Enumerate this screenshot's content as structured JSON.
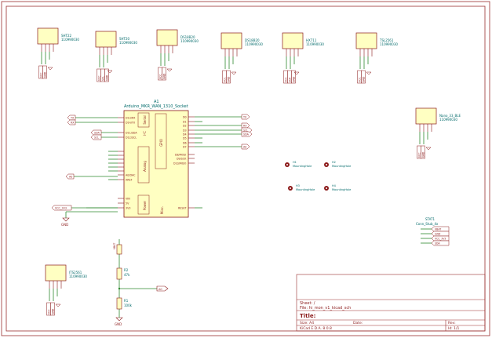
{
  "colors": {
    "border": "#9a2f2f",
    "wire": "#2f8a2f",
    "symbol_outline": "#8b1a1a",
    "symbol_fill": "#ffffc2",
    "ref_text": "#006a6a",
    "value_text": "#006a6a",
    "pin_text": "#8b1a1a",
    "label_outline": "#8b1a1a",
    "mount_hole": "#8b1a1a",
    "title_text": "#8b1a1a"
  },
  "sensors": [
    {
      "ref": "SHT22",
      "value": "110990030",
      "labels": [
        "VCC",
        "GND"
      ]
    },
    {
      "ref": "SHT20",
      "value": "110990030",
      "labels": [
        "VCC",
        "SCL",
        "GND"
      ]
    },
    {
      "ref": "DS18B20",
      "value": "110990030",
      "labels": [
        "VCC",
        "GND"
      ]
    },
    {
      "ref": "DS18B20",
      "value": "110990030",
      "labels": [
        "VCC",
        "GND"
      ]
    },
    {
      "ref": "HX711",
      "value": "110990030",
      "labels": [
        "VCC",
        "SCK",
        "GND"
      ]
    },
    {
      "ref": "TSL2561",
      "value": "110990030",
      "labels": [
        "VCC",
        "GND"
      ]
    },
    {
      "ref": "Nano_33_BLE",
      "value": "110990030",
      "labels": [
        "VCC",
        "GND"
      ]
    },
    {
      "ref": "ITS2561",
      "value": "110990030",
      "labels": [
        "VCC",
        "GND"
      ]
    }
  ],
  "mcu": {
    "ref": "A1",
    "value": "Arduino_MKR_WAN_1310_Socket",
    "left_labels": [
      "TX",
      "RX",
      "SDA",
      "SCL",
      "A0",
      "VCC_3V3"
    ],
    "right_labels": [
      "TX",
      "RX",
      "SCL",
      "SDA",
      "A0"
    ],
    "section_labels": [
      "Serial",
      "I²C",
      "GPIO",
      "Analog",
      "Power",
      "Misc."
    ],
    "left_pins": [
      "D13/RX",
      "D14/TX",
      "D11/SDA",
      "D12/SCL",
      "A0/DAC",
      "AREF",
      "VIN",
      "5V",
      "3V3"
    ],
    "right_pins": [
      "D0",
      "D1",
      "D2",
      "D3",
      "D4",
      "D5",
      "D6",
      "D7",
      "D8/MOSI",
      "D9/SCK",
      "D10/MISO",
      "RESET"
    ]
  },
  "labels": {
    "gnd": "GND",
    "r2_ref": "R2",
    "r2_val": "47k",
    "r1_ref": "R1",
    "r1_val": "100k",
    "a0": "A0",
    "vcc": "VCC",
    "conn_ref": "STAT1",
    "conn_value": "Conn_Stub_4x",
    "conn_pins": [
      "VBAT",
      "GND",
      "VCC_3V3",
      "SDA"
    ]
  },
  "mounting_holes": [
    {
      "ref": "H1",
      "value": "MountingHole"
    },
    {
      "ref": "H2",
      "value": "MountingHole"
    },
    {
      "ref": "H3",
      "value": "MountingHole"
    },
    {
      "ref": "H4",
      "value": "MountingHole"
    }
  ],
  "title_block": {
    "sheet": "Sheet: /",
    "file": "File: hi_mon_v1_kicad_sch",
    "title": "Title:",
    "size_label": "Size: A4",
    "date_label": "Date:",
    "rev_label": "Rev:",
    "kicad": "KiCad E.D.A. 8.0.8",
    "id": "Id: 1/1"
  }
}
